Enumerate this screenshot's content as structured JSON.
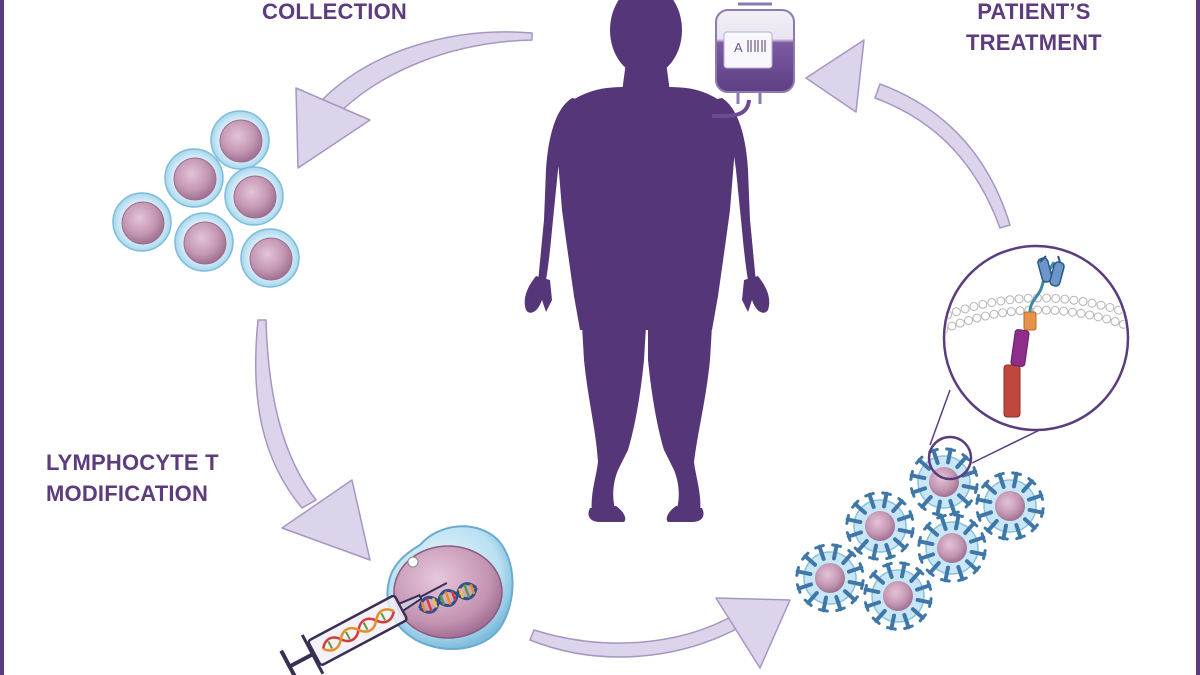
{
  "labels": {
    "collection": "COLLECTION",
    "treatment_line1": "PATIENT’S",
    "treatment_line2": "TREATMENT",
    "modification_line1": "LYMPHOCYTE T",
    "modification_line2": "MODIFICATION"
  },
  "blood_bag": {
    "letter": "A"
  },
  "colors": {
    "label_purple": "#5d3c7e",
    "silhouette_purple": "#553779",
    "arrow_lavender": "#dcd4ea",
    "arrow_outline": "#9d8cbb",
    "cell_nucleus": "#c99bb7",
    "cell_membrane": "#a9d9ee",
    "receptor_blue": "#3f77a8"
  }
}
